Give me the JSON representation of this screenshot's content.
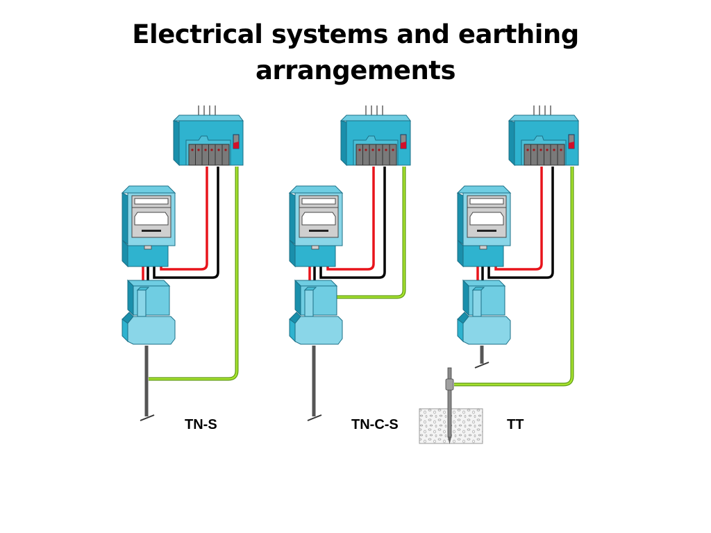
{
  "title": {
    "line1": "Electrical systems and earthing",
    "line2": "arrangements"
  },
  "systems": [
    {
      "name": "TN-S",
      "earth": "supply-cable-sheath"
    },
    {
      "name": "TN-C-S",
      "earth": "combined-neutral-earth"
    },
    {
      "name": "TT",
      "earth": "earth-electrode"
    }
  ],
  "colors": {
    "equipment": "#2fb3cf",
    "equipment_light": "#7fd4e6",
    "equipment_dark": "#1a8fab",
    "line": "#e8141b",
    "neutral": "#000000",
    "earth": "#8ccf1e",
    "breaker": "#7a7a7a",
    "switch": "#d0102a",
    "cable": "#555555"
  },
  "icons": {
    "consumer_unit": "consumer-unit-icon",
    "meter": "electricity-meter-icon",
    "cutout": "service-cutout-icon",
    "electrode": "earth-rod-icon",
    "soil": "soil-block-icon"
  }
}
